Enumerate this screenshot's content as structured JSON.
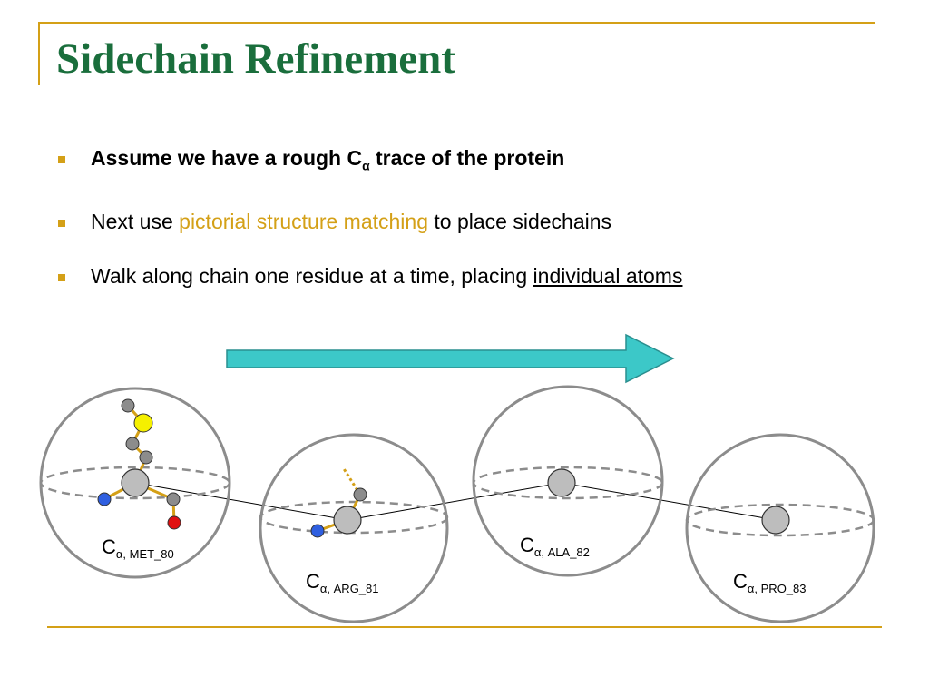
{
  "title": "Sidechain Refinement",
  "bullets": [
    {
      "pre": "Assume we have a rough C",
      "sub": "α",
      "post": " trace of the protein"
    },
    {
      "pre": "Next use ",
      "highlight": "pictorial structure matching",
      "post": " to place sidechains"
    },
    {
      "pre": "Walk along chain one residue at a time, placing ",
      "underline": "individual atoms"
    }
  ],
  "residues": [
    {
      "c": "C",
      "sub": "α, MET_80"
    },
    {
      "c": "C",
      "sub": "α, ARG_81"
    },
    {
      "c": "C",
      "sub": "α, ALA_82"
    },
    {
      "c": "C",
      "sub": "α, PRO_83"
    }
  ],
  "colors": {
    "title": "#1a6e3c",
    "accent": "#d4a017",
    "arrow": "#3cc8c8",
    "atom_gray": "#bdbdbd",
    "atom_dark": "#8c8c8c",
    "sulfur": "#f5f000",
    "nitrogen": "#2f5fe0",
    "oxygen": "#e01010"
  }
}
